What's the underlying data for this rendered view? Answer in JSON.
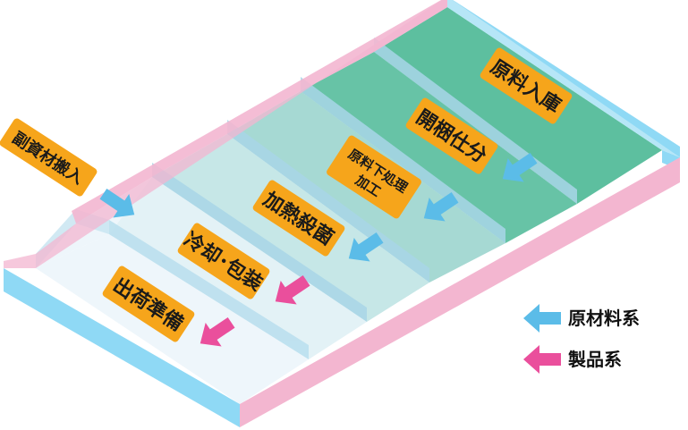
{
  "zones": [
    {
      "id": "raw-receiving",
      "label": "原料入庫",
      "color": "#5dbf9f"
    },
    {
      "id": "unpacking",
      "label": "開梱仕分",
      "color": "#67c3a6"
    },
    {
      "id": "pre-processing",
      "label_lines": [
        "原料下処理",
        "加工"
      ],
      "color": "#a6d9d3"
    },
    {
      "id": "heat-sterilization",
      "label": "加熱殺菌",
      "color": "#c6e7e7"
    },
    {
      "id": "cooling-packaging",
      "label": "冷却･包装",
      "color": "#e3f2f6"
    },
    {
      "id": "shipping-prep",
      "label": "出荷準備",
      "color": "#eef6fb"
    }
  ],
  "side_entry": {
    "label": "副資材搬入"
  },
  "legend": {
    "items": [
      {
        "label": "原材料系",
        "color": "#5bbce8"
      },
      {
        "label": "製品系",
        "color": "#ea4f9c"
      }
    ]
  },
  "colors": {
    "label_bg": "#f6a51b",
    "wall_pink": "#f3b6d0",
    "wall_blue": "#8fd9f5",
    "raw_arrow": "#5bbce8",
    "product_arrow": "#ea4f9c"
  }
}
